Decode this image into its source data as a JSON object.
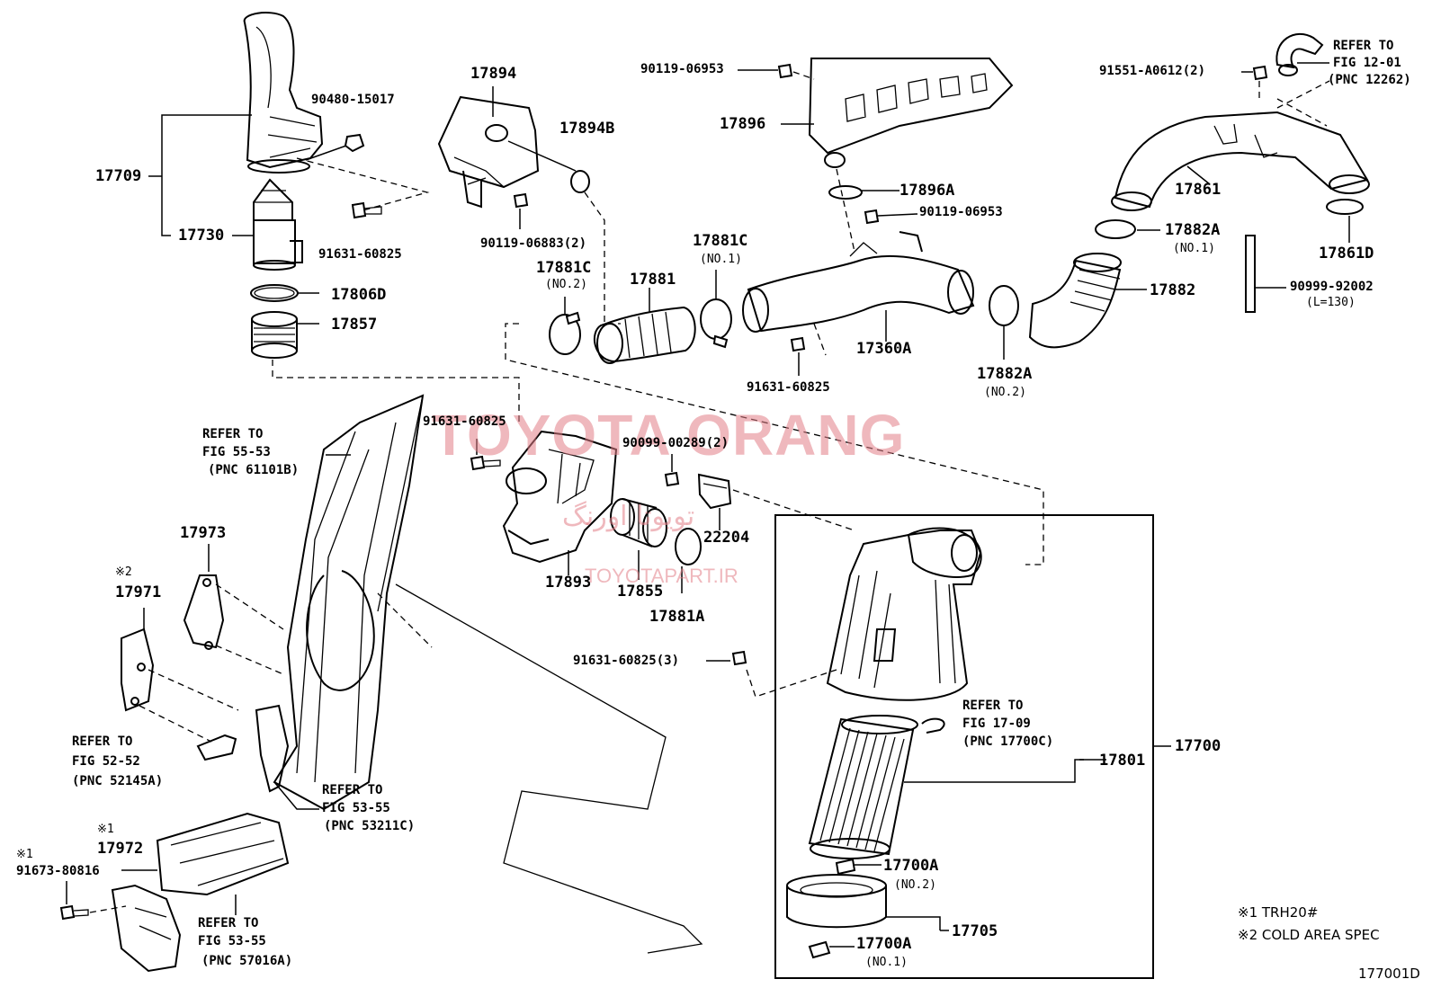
{
  "watermark": {
    "main": "TOYOTA ORANG",
    "persian": "تویوتا اورنگ",
    "url": "TOYOTAPART.IR",
    "color": "#e27e86"
  },
  "figure_id": "177001D",
  "legend": {
    "note1": "※1 TRH20#",
    "note2": "※2 COLD AREA SPEC"
  },
  "labels": {
    "p17709": "17709",
    "p90480_15017": "90480-15017",
    "p17730": "17730",
    "p91631_60825_a": "91631-60825",
    "p17806D": "17806D",
    "p17857": "17857",
    "p17894": "17894",
    "p17894B": "17894B",
    "p90119_06883": "90119-06883(2)",
    "p17881C_2": "17881C",
    "p17881C_2_sub": "(NO.2)",
    "p17881": "17881",
    "p17881C_1": "17881C",
    "p17881C_1_sub": "(NO.1)",
    "p90119_06953_a": "90119-06953",
    "p17896": "17896",
    "p17896A": "17896A",
    "p90119_06953_b": "90119-06953",
    "p17360A": "17360A",
    "p91631_60825_b": "91631-60825",
    "p17882A_2": "17882A",
    "p17882A_2_sub": "(NO.2)",
    "p91551": "91551-A0612(2)",
    "p17861": "17861",
    "p17882A_1": "17882A",
    "p17882A_1_sub": "(NO.1)",
    "p17861D": "17861D",
    "p17882": "17882",
    "p90999": "90999-92002",
    "p90999_sub": "(L=130)",
    "p91631_60825_c": "91631-60825",
    "p90099": "90099-00289(2)",
    "p22204": "22204",
    "p17893": "17893",
    "p17855": "17855",
    "p17881A": "17881A",
    "p91631_60825_d": "91631-60825(3)",
    "p17973": "17973",
    "p17971_mark": "※2",
    "p17971": "17971",
    "p17801": "17801",
    "p17700": "17700",
    "p17700A_2": "17700A",
    "p17700A_2_sub": "(NO.2)",
    "p17705": "17705",
    "p17700A_1": "17700A",
    "p17700A_1_sub": "(NO.1)",
    "p17972_mark": "※1",
    "p17972": "17972",
    "p91673_mark": "※1",
    "p91673": "91673-80816"
  },
  "refs": {
    "r12_01": {
      "l1": "REFER TO",
      "l2": "FIG 12-01",
      "l3": "(PNC 12262)"
    },
    "r55_53": {
      "l1": "REFER TO",
      "l2": "FIG 55-53",
      "l3": "(PNC 61101B)"
    },
    "r17_09": {
      "l1": "REFER TO",
      "l2": "FIG 17-09",
      "l3": "(PNC 17700C)"
    },
    "r52_52": {
      "l1": "REFER TO",
      "l2": "FIG 52-52",
      "l3": "(PNC 52145A)"
    },
    "r53_55a": {
      "l1": "REFER TO",
      "l2": "FIG 53-55",
      "l3": "(PNC 53211C)"
    },
    "r53_55b": {
      "l1": "REFER TO",
      "l2": "FIG 53-55",
      "l3": "(PNC 57016A)"
    }
  }
}
